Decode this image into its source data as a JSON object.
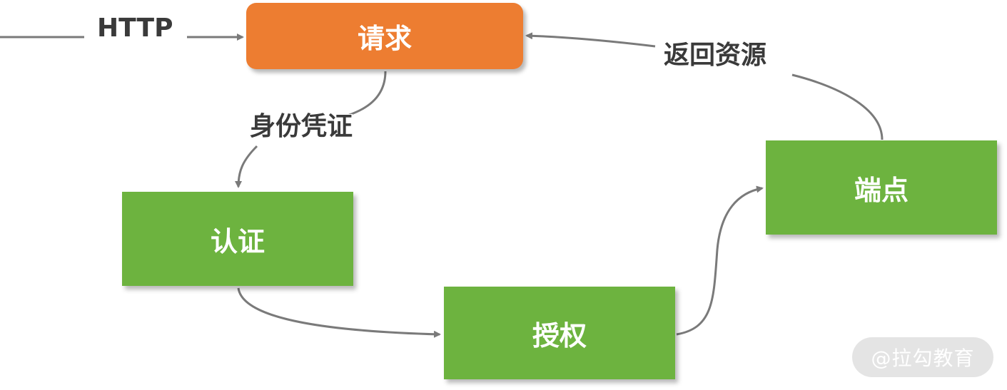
{
  "colors": {
    "request_box": "#ed7d31",
    "step_box": "#6db33f",
    "connector": "#7a7a7a",
    "label_text": "#3a3a3a"
  },
  "nodes": {
    "request": "请求",
    "authentication": "认证",
    "authorization": "授权",
    "endpoint": "端点"
  },
  "edge_labels": {
    "http": "HTTP",
    "credentials": "身份凭证",
    "return_resource": "返回资源"
  },
  "watermark": "@拉勾教育"
}
